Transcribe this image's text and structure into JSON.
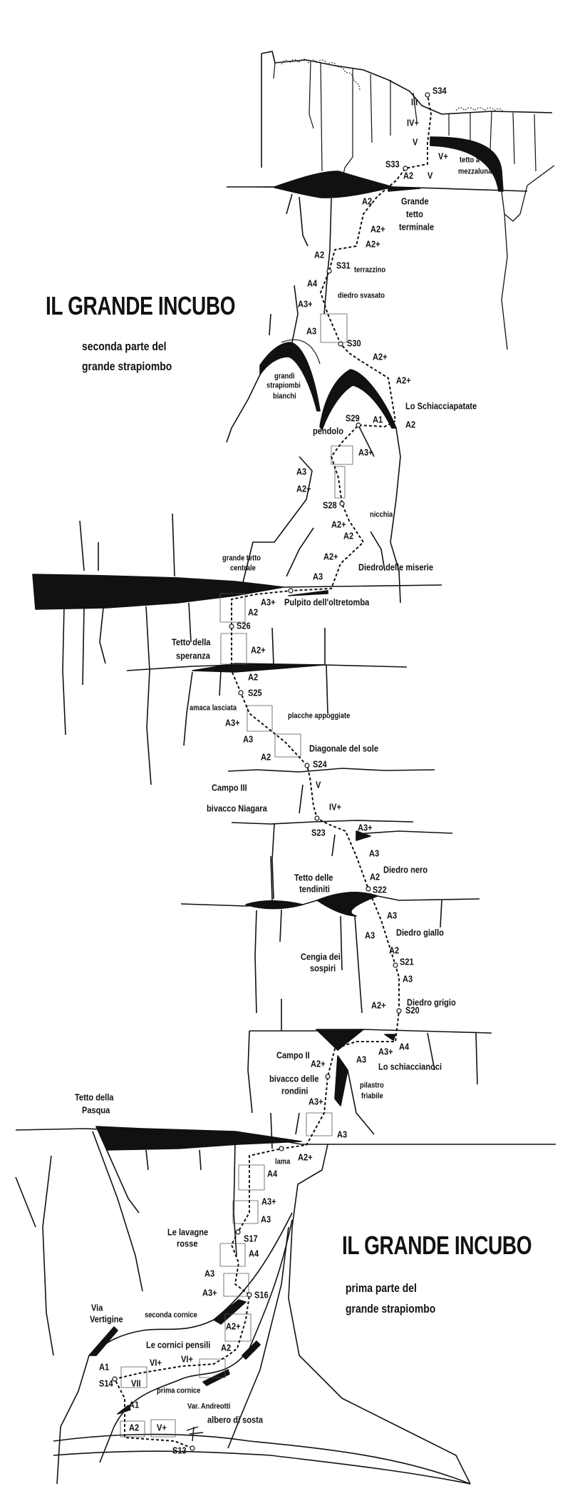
{
  "top_section": {
    "title": "IL GRANDE INCUBO",
    "subtitle_line1": "seconda parte del",
    "subtitle_line2": "grande strapiombo"
  },
  "bottom_section": {
    "title": "IL GRANDE INCUBO",
    "subtitle_line1": "prima parte del",
    "subtitle_line2": "grande strapiombo"
  },
  "labels": [
    "S34",
    "III",
    "IV+",
    "V",
    "V+",
    "tetto a",
    "mezzaluna",
    "S33",
    "A2",
    "V",
    "Grande",
    "tetto",
    "terminale",
    "A2",
    "A2+",
    "A2+",
    "A2",
    "S31",
    "terrazzino",
    "A4",
    "diedro svasato",
    "A3+",
    "A3",
    "S30",
    "A2+",
    "A2+",
    "grandi",
    "strapiombi",
    "bianchi",
    "Lo Schiacciapatate",
    "S29",
    "A1",
    "A2",
    "pendolo",
    "A3+",
    "A3",
    "A2+",
    "S28",
    "nicchia",
    "A2+",
    "A2",
    "A2+",
    "grande tetto",
    "centrale",
    "Diedro delle miserie",
    "A3",
    "A3+",
    "Pulpito dell'oltretomba",
    "A2",
    "S26",
    "Tetto della",
    "speranza",
    "A2+",
    "A2",
    "S25",
    "amaca lasciata",
    "placche appoggiate",
    "A3+",
    "A3",
    "Diagonale del sole",
    "A2",
    "S24",
    "Campo III",
    "bivacco Niagara",
    "V",
    "IV+",
    "S23",
    "A3+",
    "A3",
    "Diedro nero",
    "A2",
    "Tetto delle",
    "tendiniti",
    "S22",
    "A3",
    "A3",
    "Diedro giallo",
    "A2",
    "Cengia dei",
    "sospiri",
    "S21",
    "A3",
    "Diedro grigio",
    "A2+",
    "S20",
    "A4",
    "A3+",
    "Campo II",
    "A3",
    "Lo schiaccianoci",
    "A2+",
    "bivacco delle",
    "rondini",
    "pilastro",
    "friabile",
    "Tetto della",
    "Pasqua",
    "A3+",
    "A3",
    "A2+",
    "lama",
    "A4",
    "A3+",
    "A3",
    "Le lavagne",
    "rosse",
    "S17",
    "A4",
    "A3",
    "A3+",
    "S16",
    "Via",
    "Vertigine",
    "seconda cornice",
    "A2+",
    "Le cornici pensili",
    "A2",
    "VI+",
    "VI+",
    "A1",
    "S14",
    "VII",
    "prima cornice",
    "A1",
    "Var. Andreotti",
    "albero di sosta",
    "A2",
    "V+",
    "S13"
  ],
  "colors": {
    "ink": "#111111",
    "paper": "#ffffff"
  }
}
